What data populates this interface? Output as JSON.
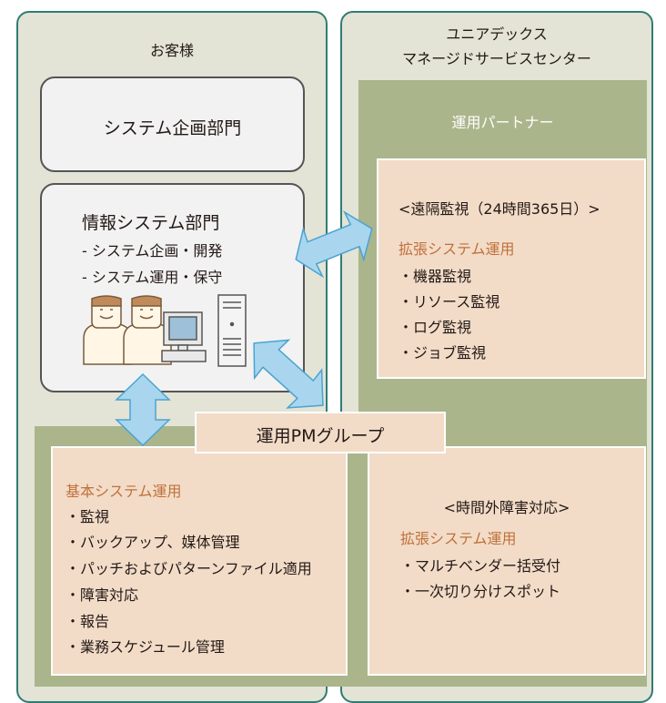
{
  "customer": {
    "title": "お客様",
    "planning_dept": "システム企画部門",
    "info_dept": {
      "title": "情報システム部門",
      "items": [
        "- システム企画・開発",
        "- システム運用・保守"
      ]
    }
  },
  "center": {
    "title_line1": "ユニアデックス",
    "title_line2": "マネージドサービスセンター",
    "partner_label": "運用パートナー"
  },
  "remote_monitoring": {
    "heading": "<遠隔監視（24時間365日）>",
    "subheading": "拡張システム運用",
    "items": [
      "・機器監視",
      "・リソース監視",
      "・ログ監視",
      "・ジョブ監視"
    ]
  },
  "pm_group": {
    "label": "運用PMグループ"
  },
  "basic_ops": {
    "heading": "基本システム運用",
    "items": [
      "・監視",
      "・バックアップ、媒体管理",
      "・パッチおよびパターンファイル適用",
      "・障害対応",
      "・報告",
      "・業務スケジュール管理"
    ]
  },
  "after_hours": {
    "heading": "<時間外障害対応>",
    "subheading": "拡張システム運用",
    "items": [
      "・マルチベンダー括受付",
      "・一次切り分けスポット"
    ]
  },
  "colors": {
    "frame_teal": "#2f7d75",
    "panel_gray": "#e3e3d6",
    "olive": "#aab58c",
    "peach": "#f2dcc8",
    "arrow_blue": "#a9d6ee",
    "arrow_stroke": "#4aa3d2",
    "heading_orange": "#c0703a"
  },
  "icons": [
    "person-icon",
    "person-icon",
    "monitor-icon",
    "server-tower-icon"
  ]
}
